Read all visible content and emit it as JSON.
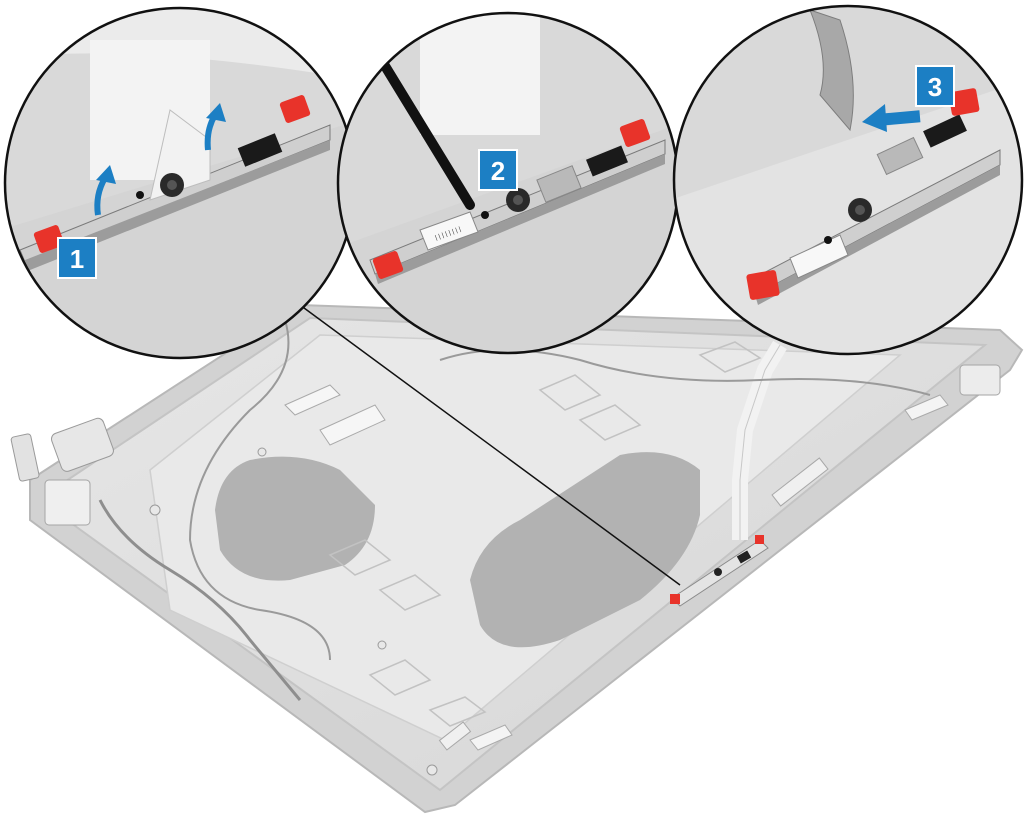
{
  "steps": [
    {
      "number": "1",
      "action": "peel-tape-arrows"
    },
    {
      "number": "2",
      "action": "pry-with-scribe"
    },
    {
      "number": "3",
      "action": "disconnect-cable-arrow"
    }
  ],
  "colors": {
    "callout_badge": "#1c7fc4",
    "rubber_bumper": "#e8332a",
    "panel_gray": "#dcdcdc",
    "panel_edge": "#bdbdbd",
    "graphite_pad": "#b5b5b5",
    "circle_outline": "#111111",
    "arrow_blue": "#1c7fc4"
  },
  "icons": {
    "arrow_curved": "curved-lift-arrow-icon",
    "arrow_straight": "straight-left-arrow-icon",
    "scribe": "plastic-scribe-icon"
  }
}
